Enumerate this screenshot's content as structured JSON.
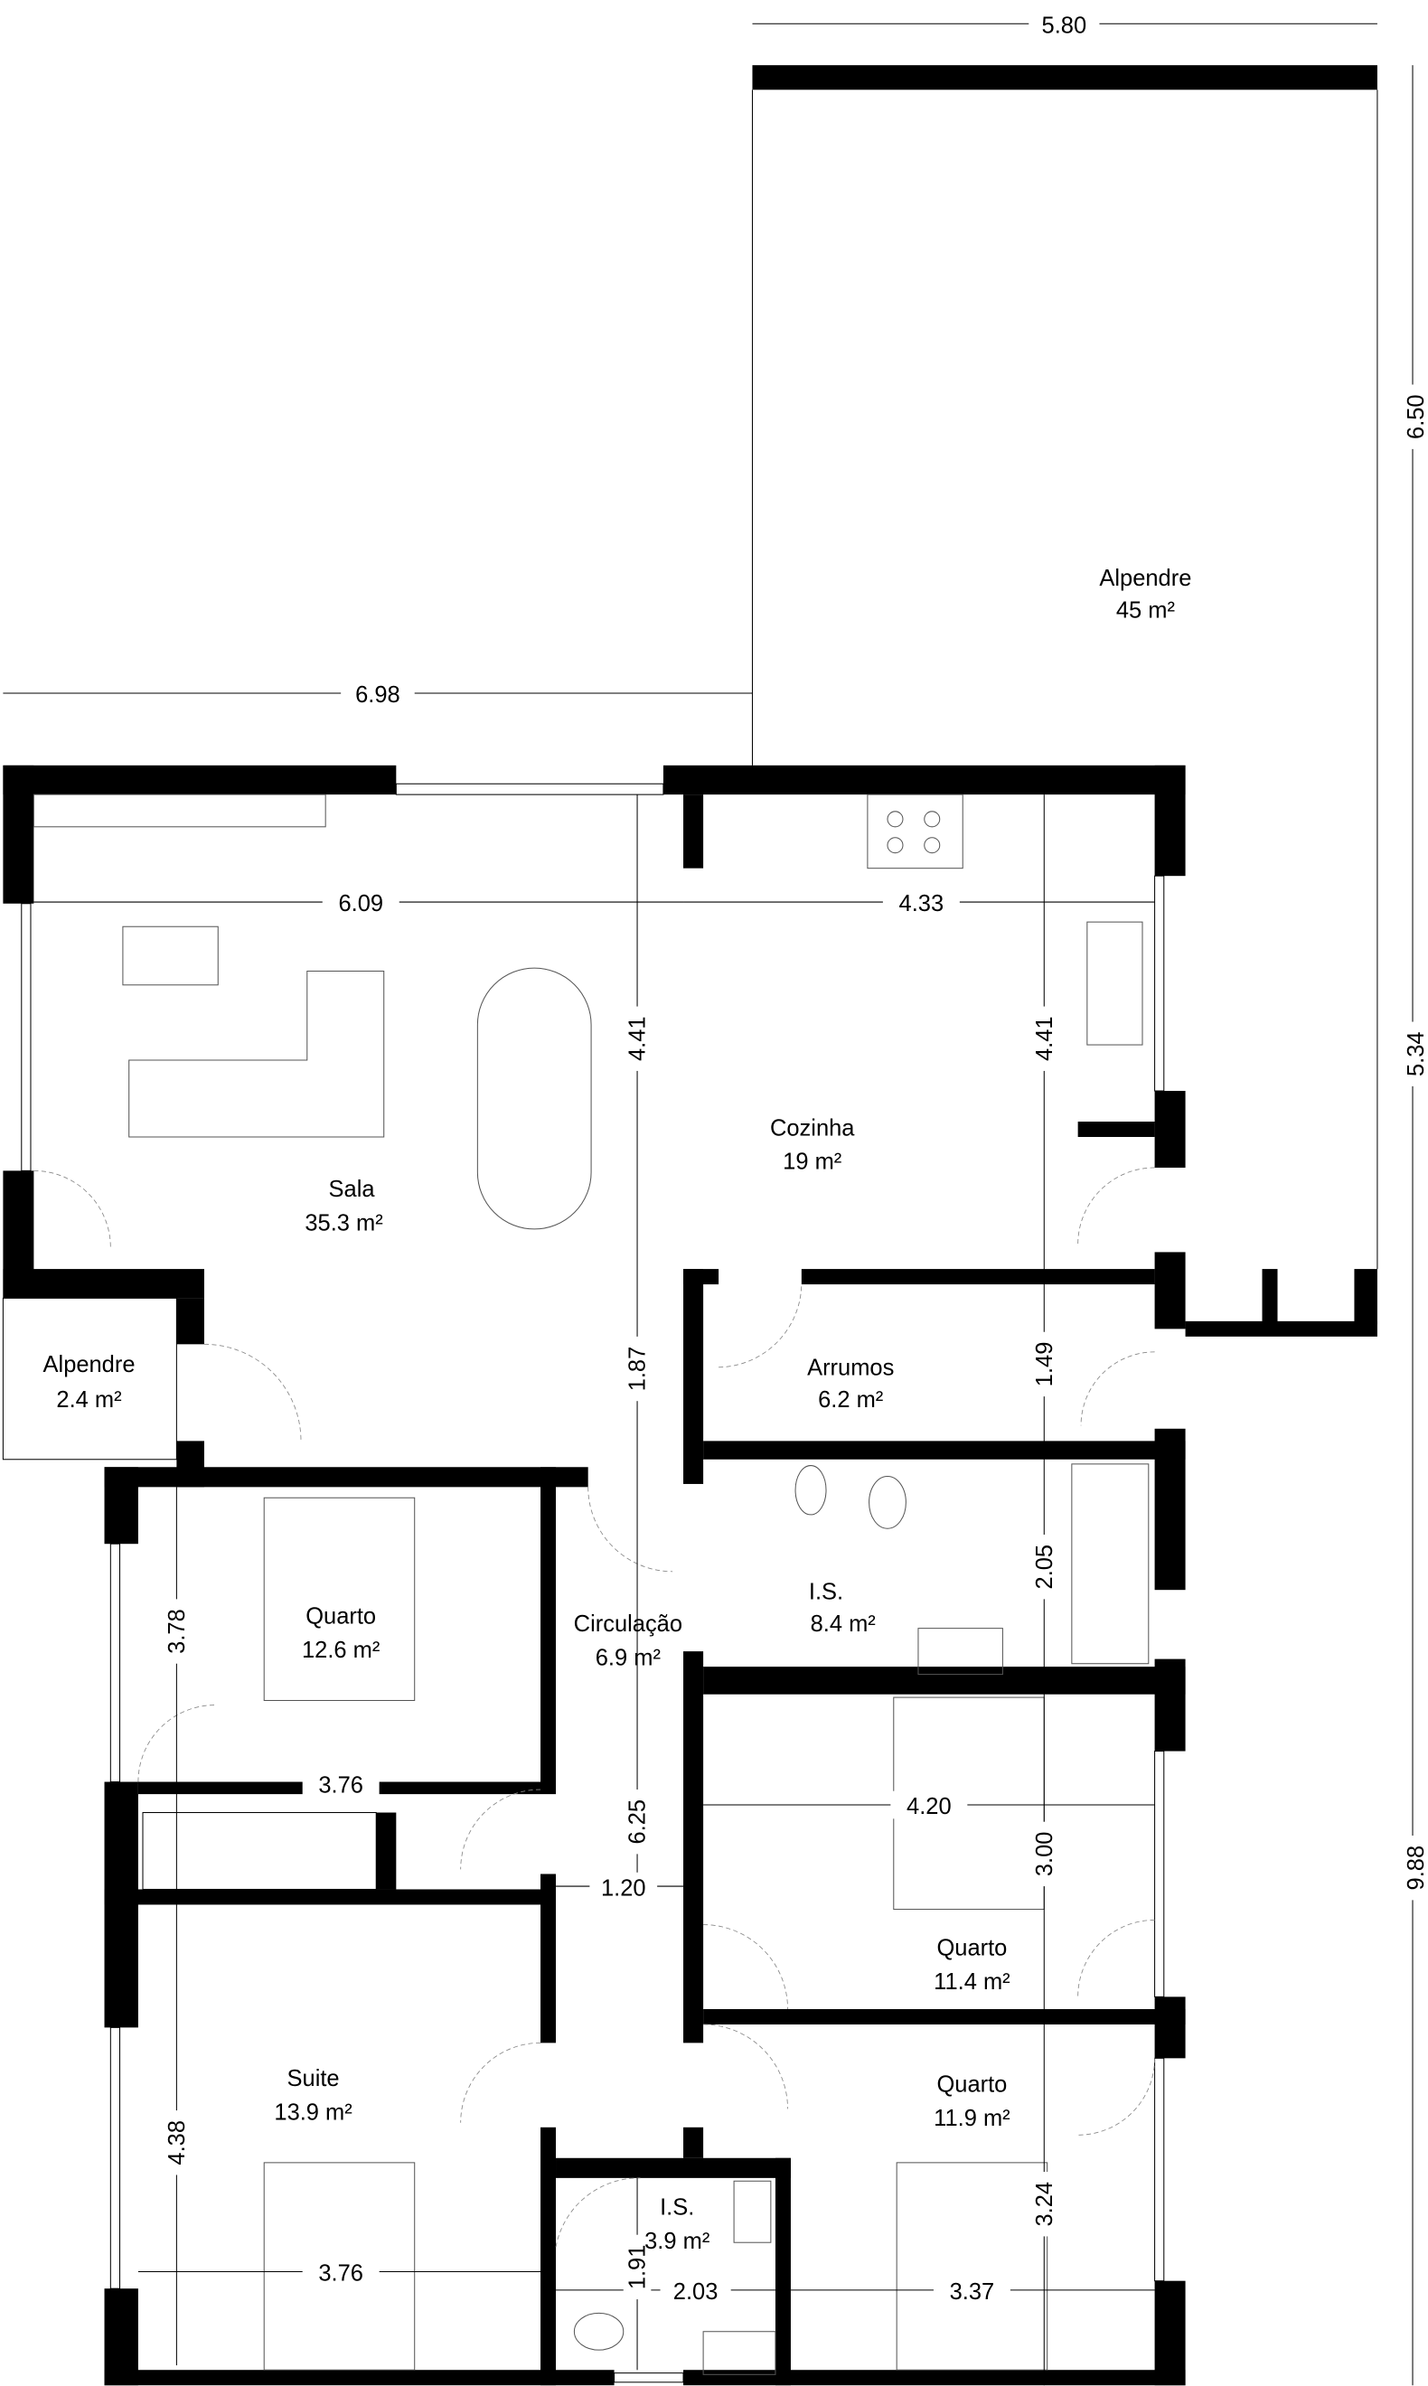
{
  "rooms": [
    {
      "name": "Alpendre",
      "area": "45 m²"
    },
    {
      "name": "Sala",
      "area": "35.3 m²"
    },
    {
      "name": "Cozinha",
      "area": "19 m²"
    },
    {
      "name": "Alpendre",
      "area": "2.4 m²"
    },
    {
      "name": "Arrumos",
      "area": "6.2 m²"
    },
    {
      "name": "I.S.",
      "area": "8.4 m²"
    },
    {
      "name": "Quarto",
      "area": "12.6 m²"
    },
    {
      "name": "Circulação",
      "area": "6.9 m²"
    },
    {
      "name": "Quarto",
      "area": "11.4 m²"
    },
    {
      "name": "Suite",
      "area": "13.9 m²"
    },
    {
      "name": "Quarto",
      "area": "11.9 m²"
    },
    {
      "name": "I.S.",
      "area": "3.9 m²"
    }
  ],
  "dimensions": {
    "porch_width": "5.80",
    "porch_depth": "6.50",
    "left_offset": "6.98",
    "right_upper": "5.34",
    "right_lower": "9.88",
    "sala_width": "6.09",
    "kitchen_width": "4.33",
    "sala_depth": "4.41",
    "kitchen_depth": "4.41",
    "sala_lower": "1.87",
    "arrumos_depth": "1.49",
    "is_depth": "2.05",
    "quarto1_depth": "3.78",
    "quarto1_width": "3.76",
    "circ_length": "6.25",
    "circ_width": "1.20",
    "quarto2_width": "4.20",
    "quarto2_depth": "3.00",
    "suite_depth": "4.38",
    "suite_width": "3.76",
    "is2_depth": "1.91",
    "is2_width": "2.03",
    "quarto3_depth": "3.24",
    "quarto3_width": "3.37"
  }
}
